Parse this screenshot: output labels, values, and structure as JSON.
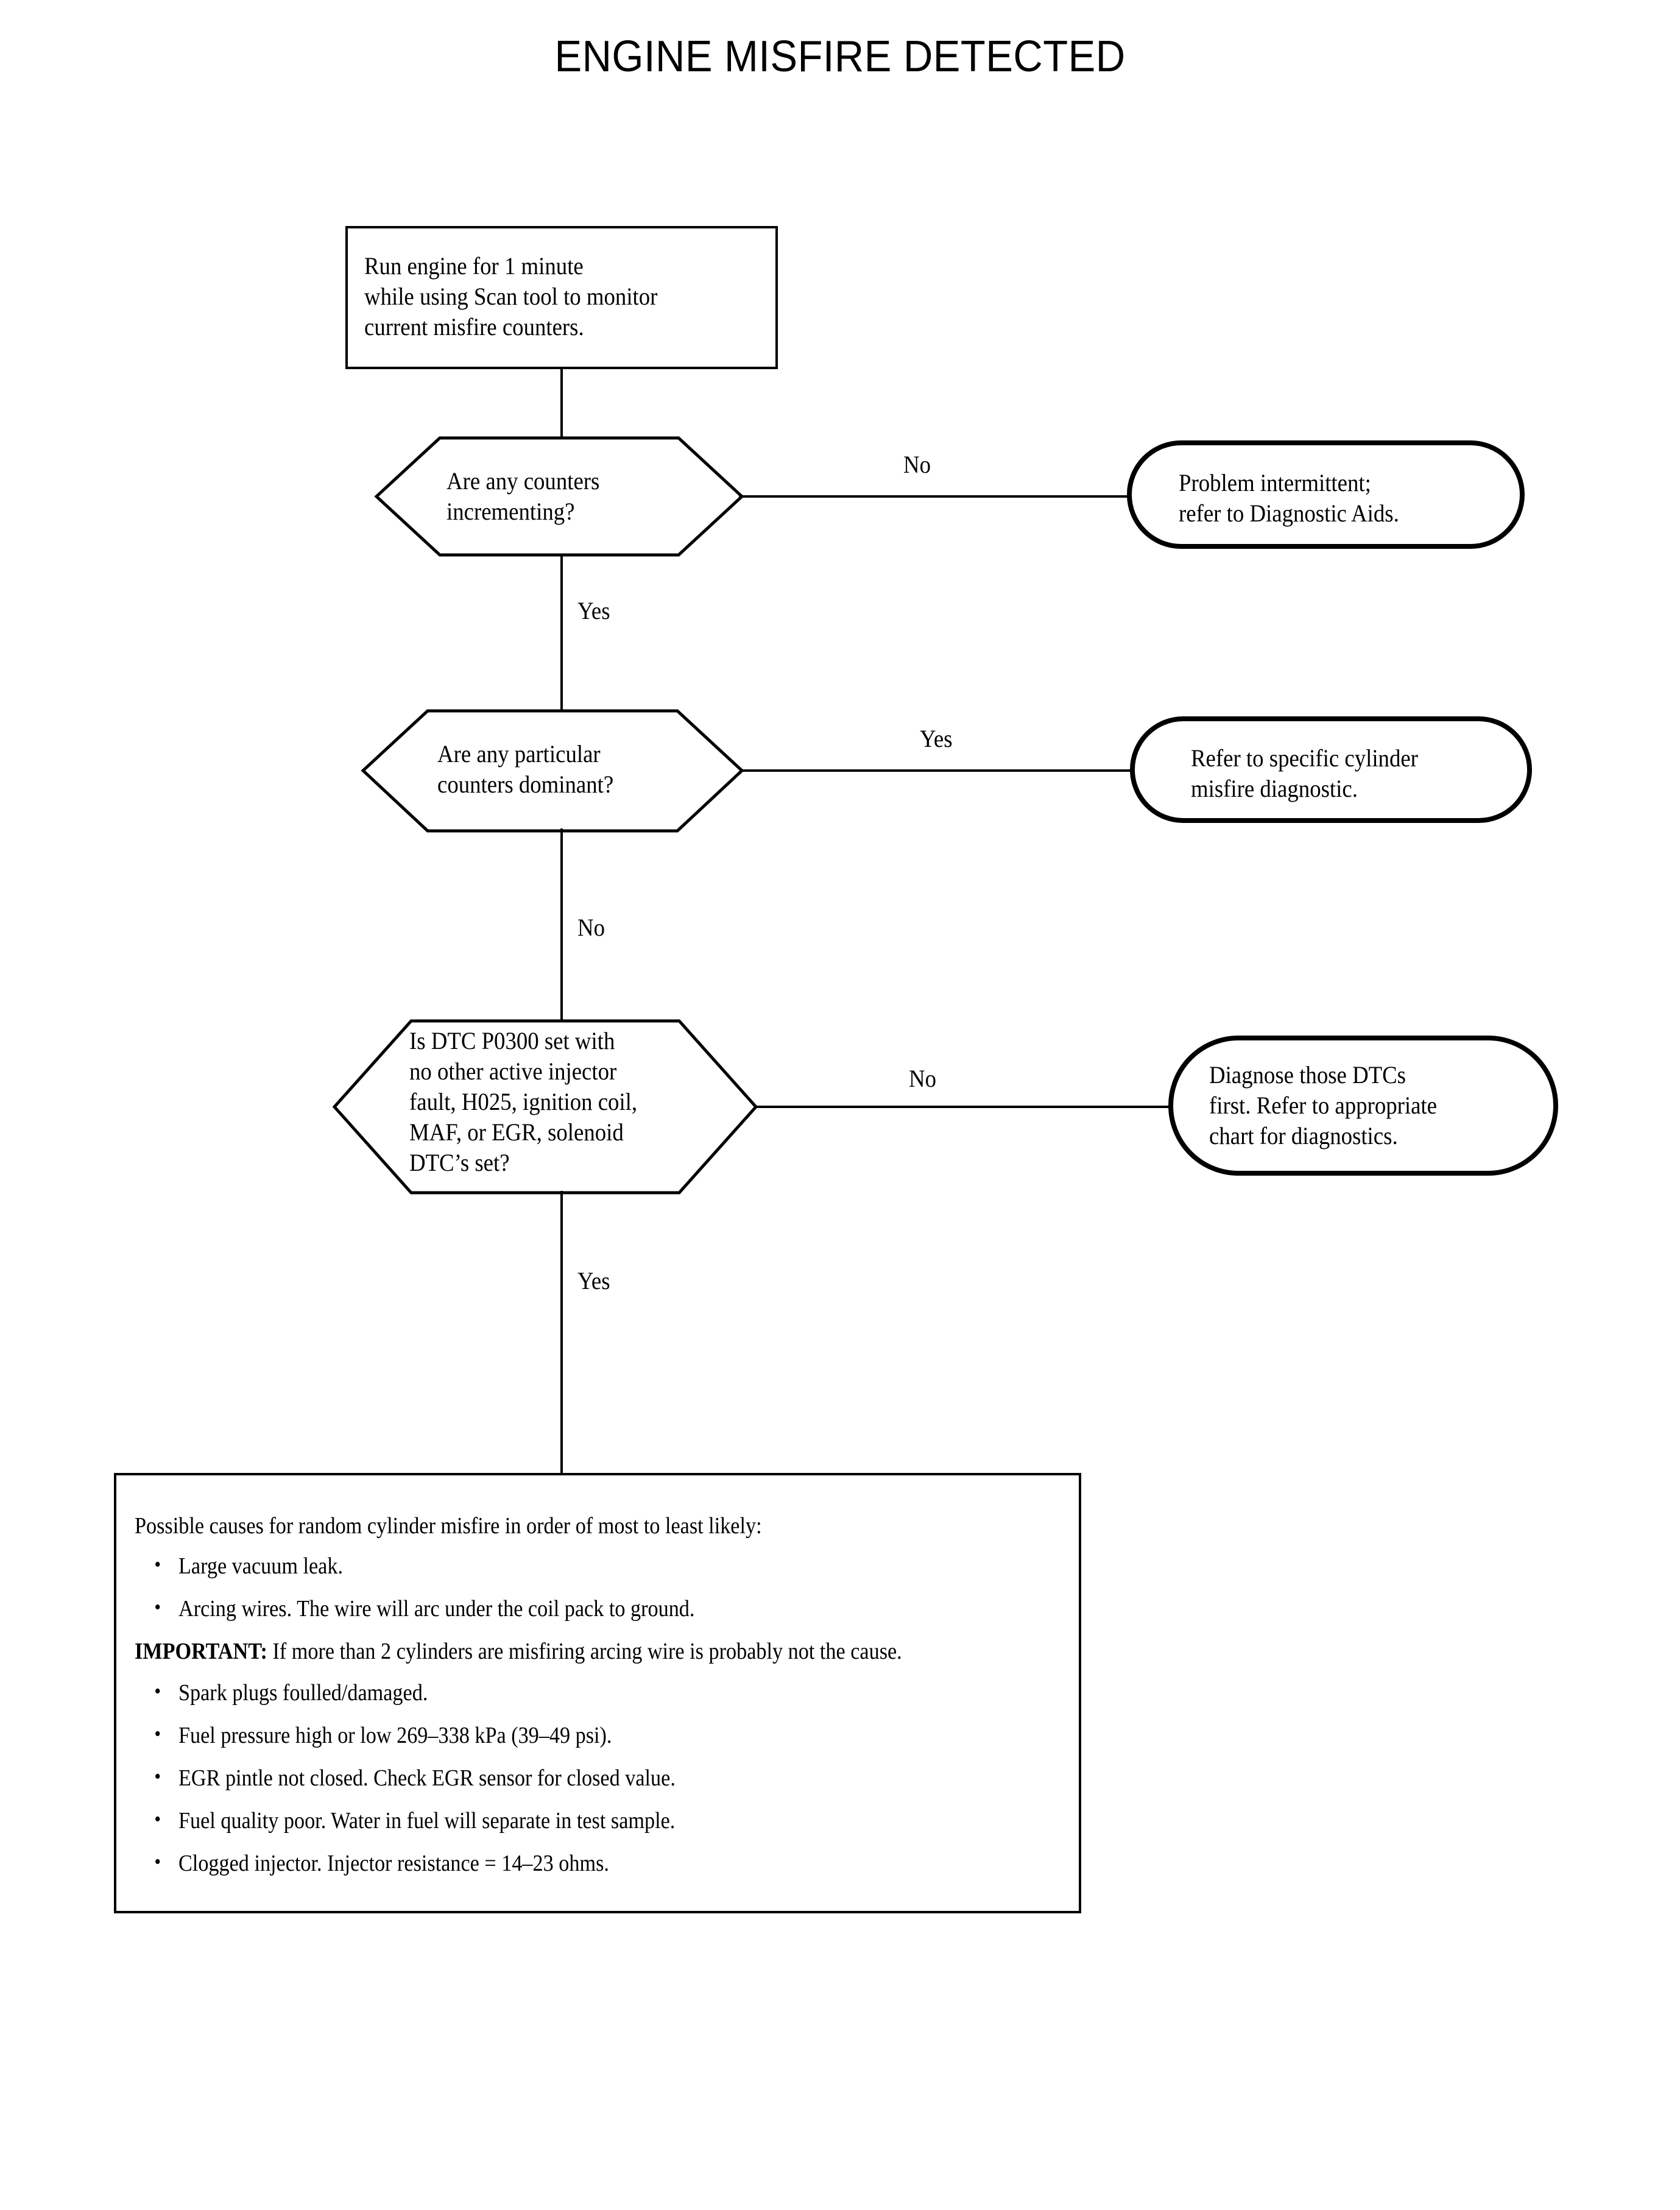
{
  "page": {
    "title": "ENGINE MISFIRE DETECTED"
  },
  "flow": {
    "start_box": {
      "text": "Run engine for 1 minute\nwhile using Scan tool to monitor\ncurrent misfire counters."
    },
    "decision1": {
      "text": "Are any counters\nincrementing?",
      "no_label": "No",
      "yes_label": "Yes"
    },
    "terminal1": {
      "text": "Problem intermittent;\nrefer to Diagnostic Aids."
    },
    "decision2": {
      "text": "Are any particular\ncounters dominant?",
      "yes_label": "Yes",
      "no_label": "No"
    },
    "terminal2": {
      "text": "Refer to specific cylinder\nmisfire diagnostic."
    },
    "decision3": {
      "text": "Is DTC P0300 set with\nno other active injector\nfault, H025, ignition coil,\nMAF, or EGR, solenoid\nDTC’s set?",
      "no_label": "No",
      "yes_label": "Yes"
    },
    "terminal3": {
      "text": "Diagnose those DTCs\nfirst. Refer to appropriate\nchart for diagnostics."
    }
  },
  "causes": {
    "lead": "Possible causes for random cylinder misfire in order of most to least likely:",
    "bullets_top": [
      "Large vacuum leak.",
      "Arcing wires. The wire will arc under the coil pack to ground."
    ],
    "important_label": "IMPORTANT:",
    "important_text": " If more than 2 cylinders are misfiring arcing wire is probably not the cause.",
    "bullets_bottom": [
      "Spark plugs foulled/damaged.",
      "Fuel pressure high or low 269–338 kPa (39–49 psi).",
      "EGR pintle not closed. Check EGR sensor for closed value.",
      "Fuel quality poor. Water in fuel will separate in test sample.",
      "Clogged injector.  Injector resistance = 14–23 ohms."
    ],
    "bullet_glyph": "•"
  },
  "colors": {
    "ink": "#000000",
    "paper": "#ffffff"
  }
}
